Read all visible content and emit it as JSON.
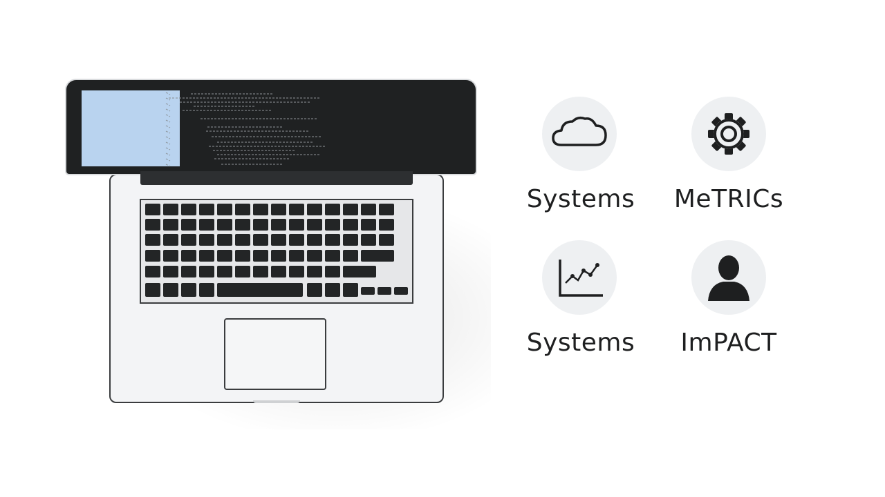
{
  "features": [
    {
      "icon": "cloud-icon",
      "label": "Systems"
    },
    {
      "icon": "gear-icon",
      "label": "MeTRICs"
    },
    {
      "icon": "line-chart-icon",
      "label": "Systems"
    },
    {
      "icon": "person-icon",
      "label": "ImPACT"
    }
  ],
  "colors": {
    "background": "#ffffff",
    "screen": "#1f2122",
    "screen_panel": "#b9d3ef",
    "icon_circle": "#eef0f2",
    "text": "#1e1f20"
  }
}
